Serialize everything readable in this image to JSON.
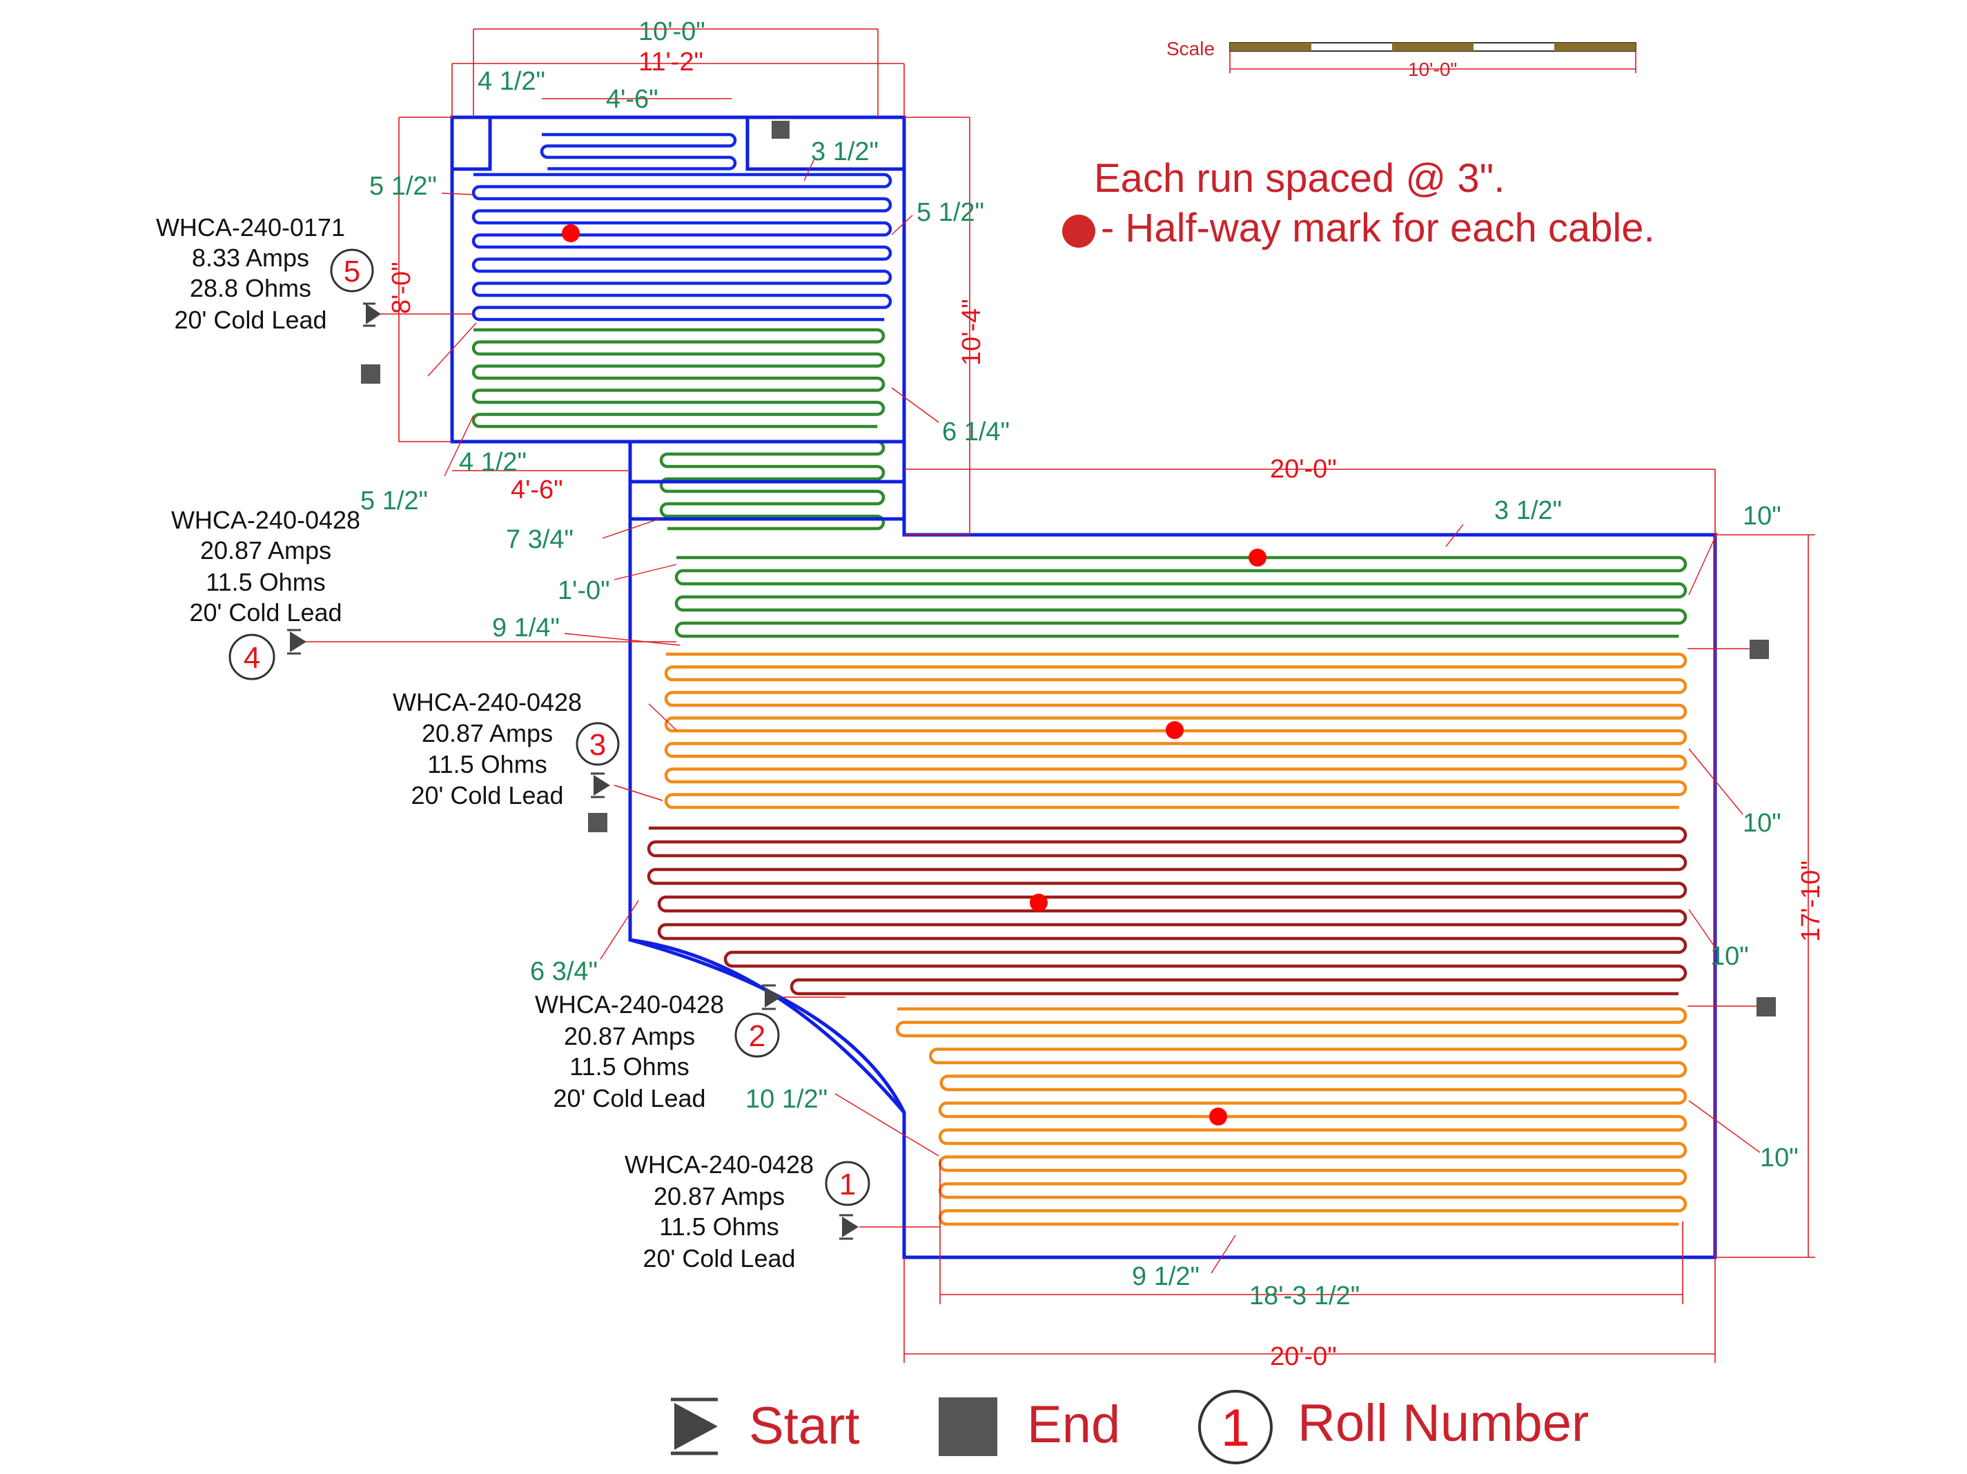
{
  "colors": {
    "wall": "#1020e0",
    "blue_cable": "#1428e8",
    "green_cable": "#2e8b2e",
    "orange_cable": "#f28a1a",
    "darkred_cable": "#9e1c1c",
    "dim_red": "#e4141c",
    "dim_green": "#1f8a5b",
    "marker": "#555555",
    "halfway": "#ff0000"
  },
  "notes": {
    "spacing": "Each run spaced @ 3\".",
    "halfway": "- Half-way mark for each cable."
  },
  "scale": {
    "label": "Scale",
    "length": "10'-0\""
  },
  "legend": {
    "start": "Start",
    "end": "End",
    "roll": "Roll Number",
    "roll_sample": "1"
  },
  "rolls": [
    {
      "num": "1",
      "model": "WHCA-240-0428",
      "amps": "20.87 Amps",
      "ohms": "11.5 Ohms",
      "lead": "20' Cold Lead"
    },
    {
      "num": "2",
      "model": "WHCA-240-0428",
      "amps": "20.87 Amps",
      "ohms": "11.5 Ohms",
      "lead": "20' Cold Lead"
    },
    {
      "num": "3",
      "model": "WHCA-240-0428",
      "amps": "20.87 Amps",
      "ohms": "11.5 Ohms",
      "lead": "20' Cold Lead"
    },
    {
      "num": "4",
      "model": "WHCA-240-0428",
      "amps": "20.87 Amps",
      "ohms": "11.5 Ohms",
      "lead": "20' Cold Lead"
    },
    {
      "num": "5",
      "model": "WHCA-240-0171",
      "amps": "8.33 Amps",
      "ohms": "28.8 Ohms",
      "lead": "20' Cold Lead"
    }
  ],
  "dims": {
    "top_10_0": "10'-0\"",
    "top_11_2": "11'-2\"",
    "top_4_half": "4 1/2\"",
    "top_4_6": "4'-6\"",
    "top_3_half": "3 1/2\"",
    "left_5_half_a": "5 1/2\"",
    "right_5_half": "5 1/2\"",
    "left_8_0": "8'-0\"",
    "right_10_4": "10'-4\"",
    "right_6_quarter": "6 1/4\"",
    "mid_4_half": "4 1/2\"",
    "mid_4_6": "4'-6\"",
    "left_5_half_b": "5 1/2\"",
    "left_7_3q": "7 3/4\"",
    "left_1_0": "1'-0\"",
    "left_9_quarter": "9 1/4\"",
    "main_20_0_top": "20'-0\"",
    "main_3_half": "3 1/2\"",
    "right_10_a": "10\"",
    "right_10_b": "10\"",
    "right_10_c": "10\"",
    "right_10_d": "10\"",
    "right_17_10": "17'-10\"",
    "left_6_3q": "6 3/4\"",
    "left_10_half": "10 1/2\"",
    "bottom_9_half": "9 1/2\"",
    "bottom_18_3": "18'-3 1/2\"",
    "bottom_20_0": "20'-0\""
  }
}
